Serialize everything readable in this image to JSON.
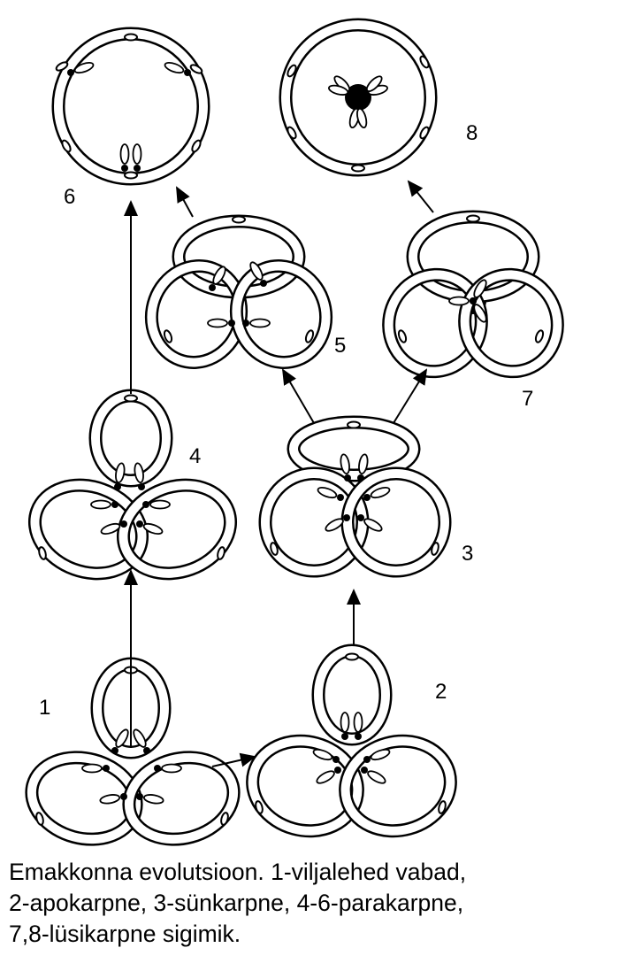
{
  "figure": {
    "labels": [
      "1",
      "2",
      "3",
      "4",
      "5",
      "6",
      "7",
      "8"
    ],
    "caption_lines": [
      "Emakkonna evolutsioon. 1-viljalehed vabad,",
      "2-apokarpne, 3-sünkarpne, 4-6-parakarpne,",
      "7,8-lüsikarpne sigimik."
    ],
    "colors": {
      "ink": "#000000",
      "paper": "#ffffff"
    }
  }
}
